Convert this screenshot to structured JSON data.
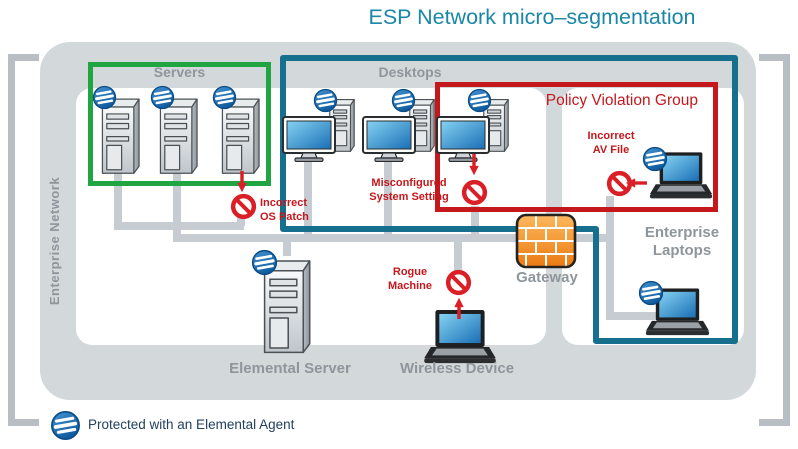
{
  "title": "ESP Network micro–segmentation",
  "colors": {
    "title_teal": "#1a87a6",
    "boundary_teal": "#176f8e",
    "boundary_green": "#21a442",
    "red": "#c4181d",
    "red_bright": "#da1f26",
    "container_gray": "#d3d8db",
    "panel_white": "#ffffff",
    "wire_gray": "#c6ccd1",
    "label_gray": "#8e969c",
    "bracket_gray": "#b8bec3",
    "legend_navy": "#223f5e",
    "badge_blue": "#1465a9",
    "screen_blue": "#1b74ba",
    "brick_orange": "#ee7c13"
  },
  "network": {
    "label": "Enterprise Network"
  },
  "groups": {
    "servers": {
      "label": "Servers"
    },
    "desktops": {
      "label": "Desktops"
    },
    "policy_violation": {
      "label": "Policy Violation Group"
    },
    "enterprise_laptops": {
      "label": "Enterprise\nLaptops"
    }
  },
  "nodes": {
    "gateway": {
      "label": "Gateway"
    },
    "elemental_server": {
      "label": "Elemental Server"
    },
    "wireless_device": {
      "label": "Wireless Device"
    }
  },
  "violations": {
    "os_patch": {
      "label": "Incorrect\nOS Patch"
    },
    "system_setting": {
      "label": "Misconfigured\nSystem Setting"
    },
    "rogue_machine": {
      "label": "Rogue\nMachine"
    },
    "av_file": {
      "label": "Incorrect\nAV File"
    }
  },
  "legend": {
    "label": "Protected with an Elemental Agent"
  },
  "icons": {
    "agent_badge": "elemental-agent-badge",
    "server": "server-tower",
    "desktop": "desktop-computer",
    "laptop": "laptop-computer",
    "gateway": "firewall-brick-gateway",
    "prohibition": "prohibition-sign",
    "arrow": "violation-arrow"
  }
}
